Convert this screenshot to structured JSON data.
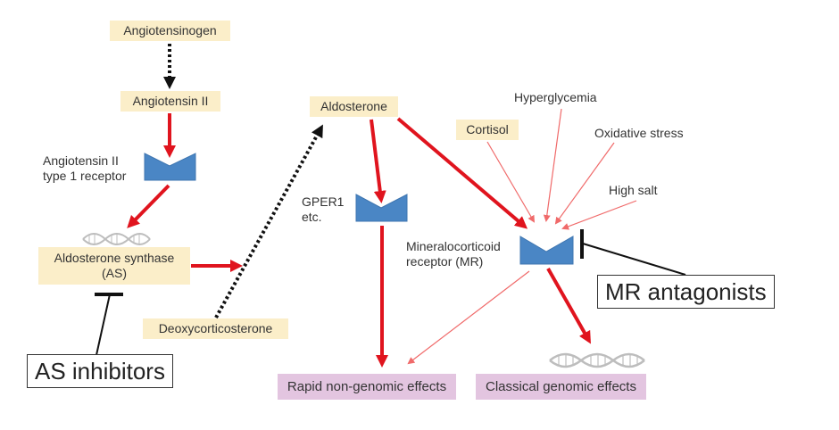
{
  "diagram": {
    "nodes": {
      "angiotensinogen": "Angiotensinogen",
      "angiotensin_ii": "Angiotensin II",
      "at1_receptor": "Angiotensin II\ntype 1 receptor",
      "aldosterone_synthase_line1": "Aldosterone synthase",
      "aldosterone_synthase_line2": "(AS)",
      "deoxycorticosterone": "Deoxycorticosterone",
      "aldosterone": "Aldosterone",
      "gper1_line1": "GPER1",
      "gper1_line2": "etc.",
      "cortisol": "Cortisol",
      "hyperglycemia": "Hyperglycemia",
      "oxidative_stress": "Oxidative stress",
      "high_salt": "High salt",
      "mr_line1": "Mineralocorticoid",
      "mr_line2": "receptor (MR)",
      "rapid_effects": "Rapid non-genomic effects",
      "genomic_effects": "Classical genomic effects"
    },
    "inhibitors": {
      "as_inhibitors": "AS inhibitors",
      "mr_antagonists": "MR antagonists"
    },
    "colors": {
      "arrow_red": "#e0141e",
      "arrow_light_red": "#f06a6a",
      "receptor_blue": "#4a86c5",
      "node_yellow": "#fbeec9",
      "effect_pink": "#e3c5e0",
      "dotted_black": "#111111"
    }
  }
}
